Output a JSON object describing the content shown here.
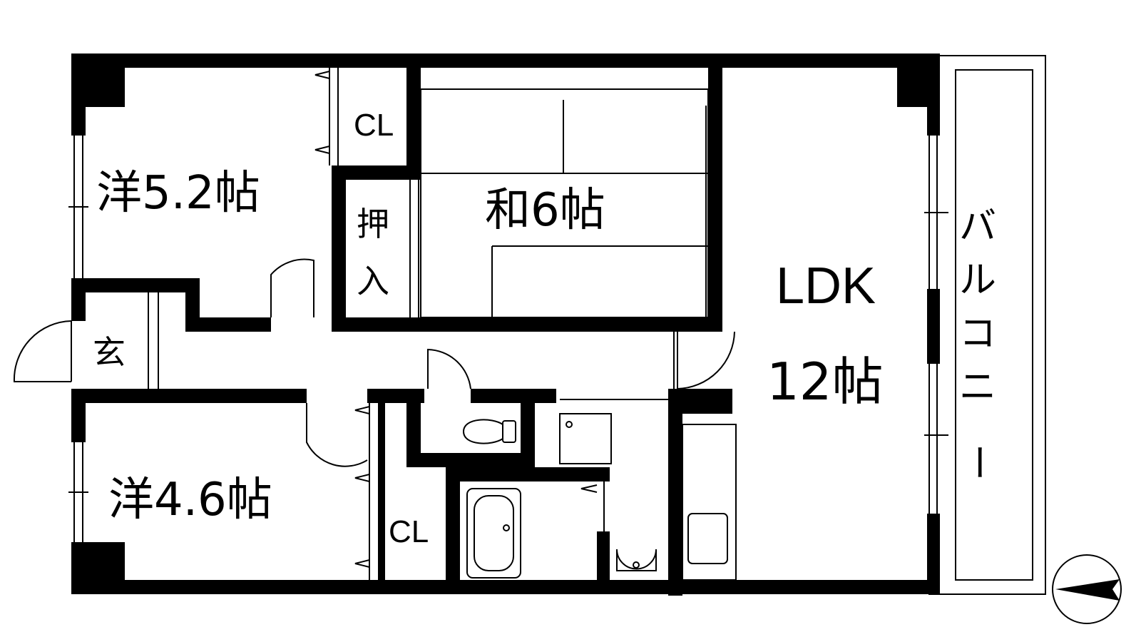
{
  "rooms": {
    "western_a": "洋5.2帖",
    "western_b": "洋4.6帖",
    "japanese": "和6帖",
    "ldk_name": "LDK",
    "ldk_size": "12帖",
    "closet_a": "CL",
    "closet_b": "CL",
    "oshiire_1": "押",
    "oshiire_2": "入",
    "entrance": "玄"
  },
  "balcony": {
    "label_chars": [
      "バ",
      "ル",
      "コ",
      "ニ",
      "ー"
    ]
  },
  "compass": {
    "icon": "north-arrow-icon",
    "direction": "left"
  },
  "colors": {
    "wall": "#000000",
    "background": "#ffffff"
  }
}
